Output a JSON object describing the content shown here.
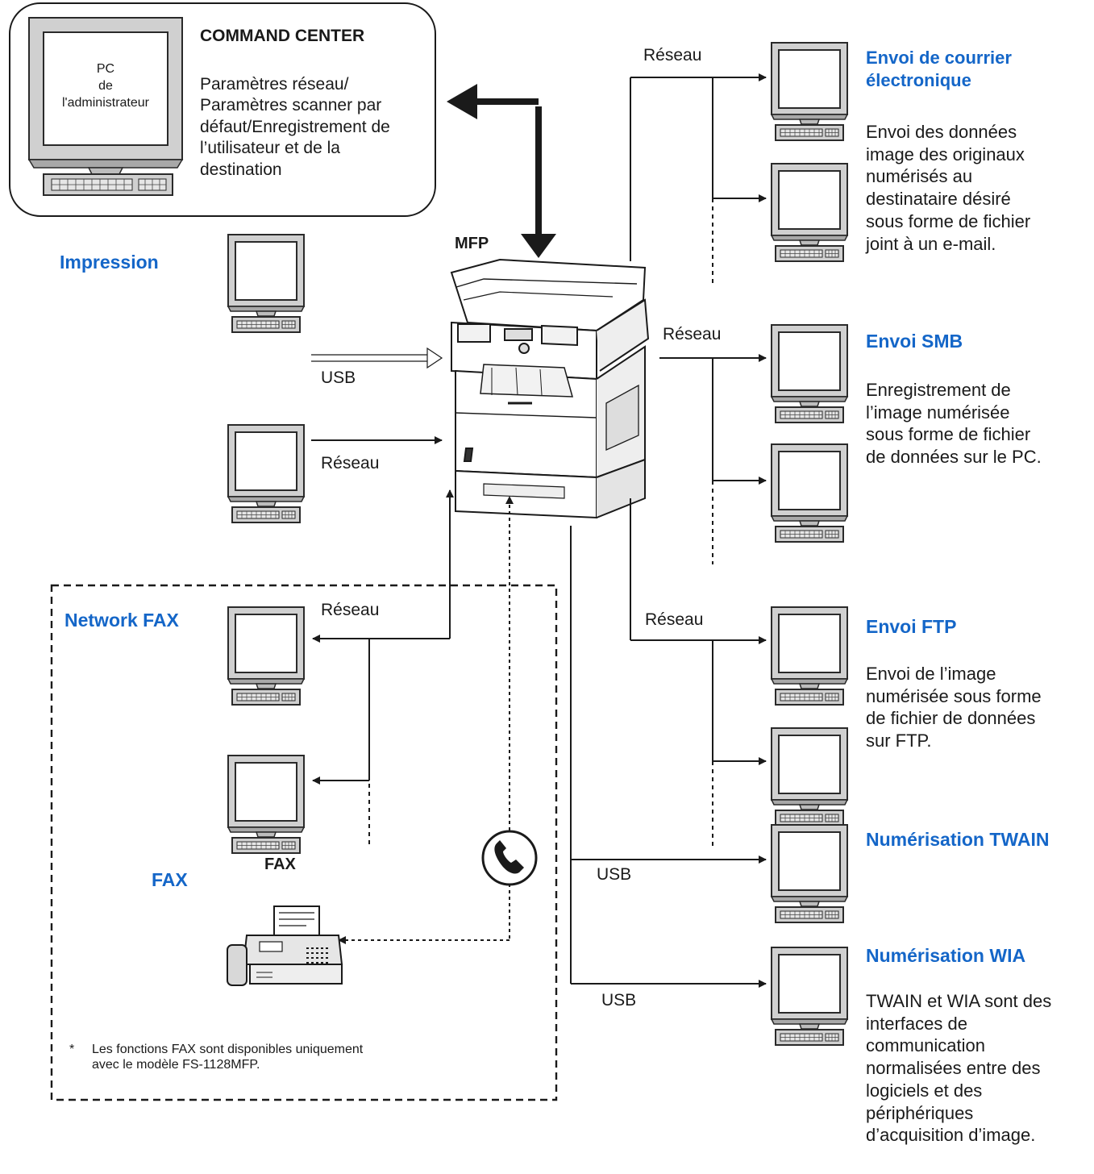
{
  "admin_pc": {
    "label": "PC\nde\nl'administrateur",
    "title": "COMMAND CENTER",
    "description": "Paramètres réseau/\nParamètres scanner par\ndéfaut/Enregistrement de\nl’utilisateur et de la\ndestination"
  },
  "printing": {
    "title": "Impression",
    "usb_label": "USB",
    "network_label": "Réseau"
  },
  "mfp": {
    "label": "MFP"
  },
  "network_fax": {
    "title": "Network FAX",
    "network_label": "Réseau"
  },
  "fax": {
    "title": "FAX",
    "device_label": "FAX",
    "note_marker": "*",
    "note": "Les fonctions FAX sont disponibles uniquement\navec le modèle FS-1128MFP."
  },
  "email": {
    "network_label": "Réseau",
    "title": "Envoi de courrier\nélectronique",
    "description": "Envoi des données\nimage des originaux\nnumérisés au\ndestinataire désiré\nsous forme de fichier\njoint à un e-mail."
  },
  "smb": {
    "network_label": "Réseau",
    "title": "Envoi SMB",
    "description": "Enregistrement de\nl’image numérisée\nsous forme de fichier\nde données sur le PC."
  },
  "ftp": {
    "network_label": "Réseau",
    "title": "Envoi FTP",
    "description": "Envoi de l’image\nnumérisée sous forme\nde fichier de données\nsur FTP."
  },
  "twain": {
    "usb_label": "USB",
    "title": "Numérisation TWAIN"
  },
  "wia": {
    "usb_label": "USB",
    "title": "Numérisation WIA",
    "description": "TWAIN et WIA sont des\ninterfaces de\ncommunication\nnormalisées entre des\nlogiciels et des\npériphériques\nd’acquisition d’image."
  }
}
